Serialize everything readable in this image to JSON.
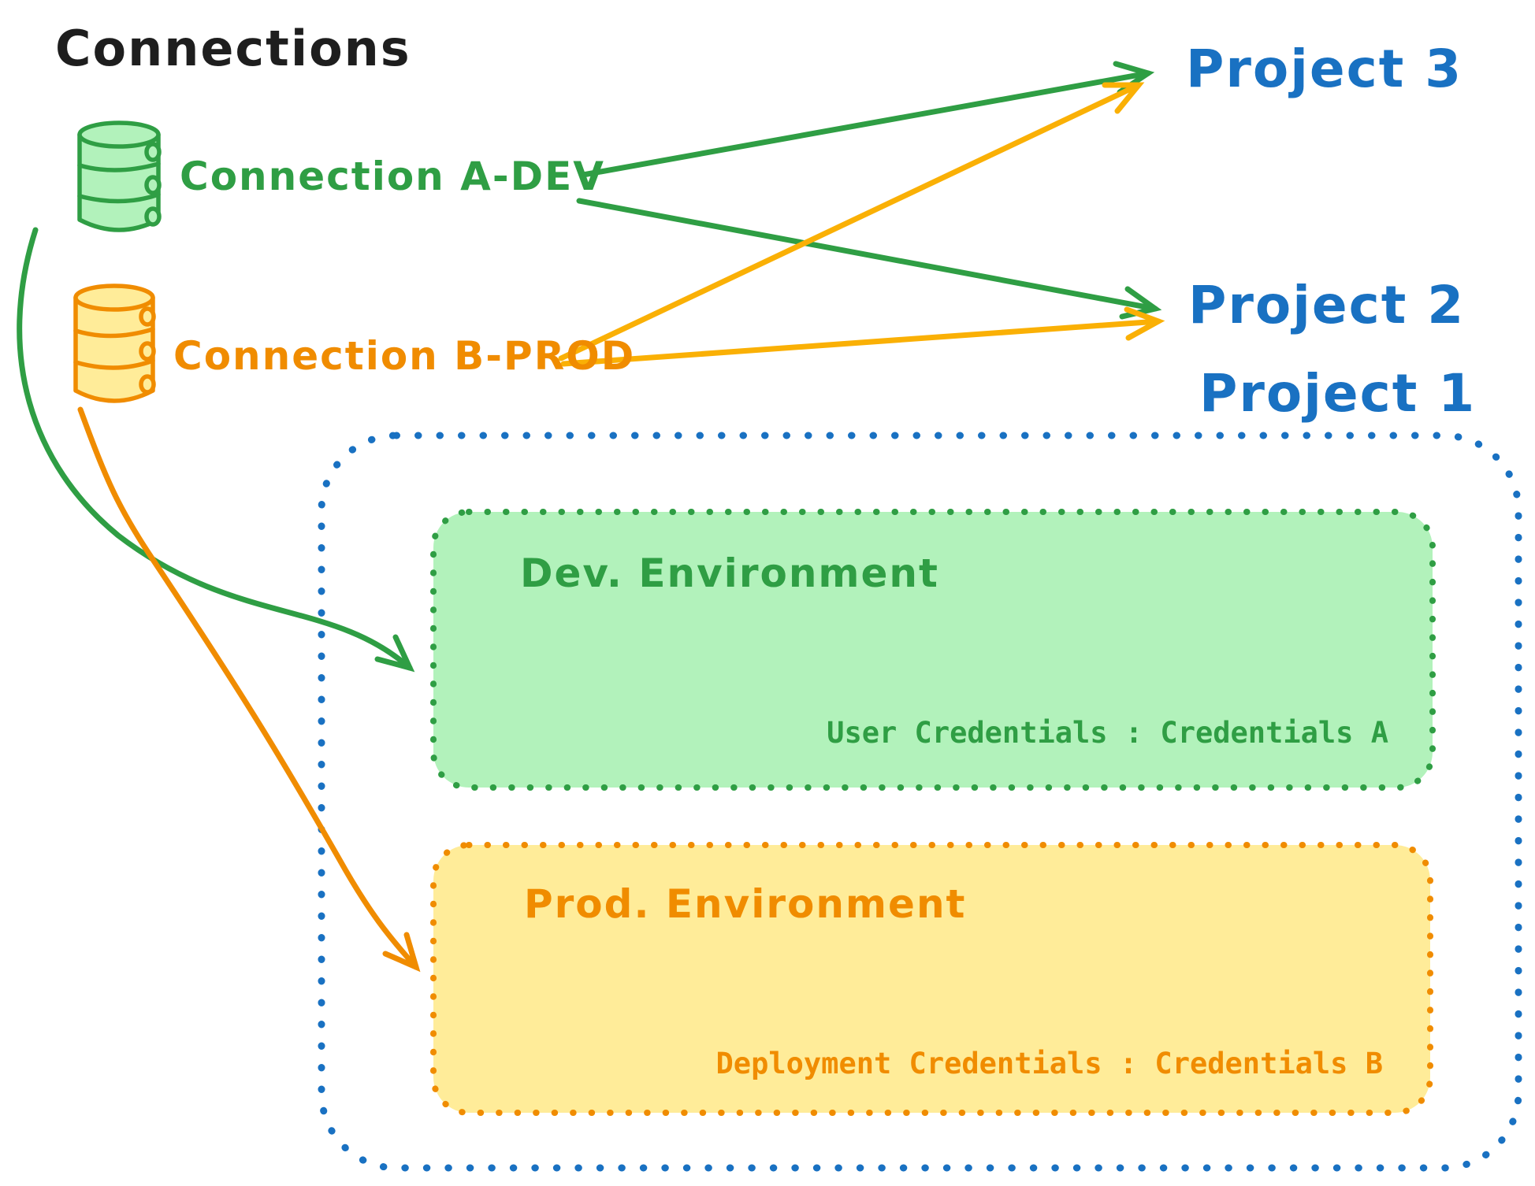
{
  "title": "Connections",
  "colors": {
    "black": "#1e1e1e",
    "green_stroke": "#2f9e44",
    "green_fill": "#b2f2bb",
    "orange_stroke": "#f08c00",
    "orange_fill": "#ffec99",
    "orange_arrow": "#fab005",
    "blue": "#1971c2",
    "background": "#ffffff"
  },
  "connections": {
    "a": {
      "label": "Connection A-DEV",
      "icon": "database-cylinder",
      "color": "#2f9e44"
    },
    "b": {
      "label": "Connection B-PROD",
      "icon": "database-cylinder",
      "color": "#f08c00"
    }
  },
  "projects": {
    "p3": {
      "label": "Project 3"
    },
    "p2": {
      "label": "Project 2"
    },
    "p1": {
      "label": "Project 1"
    }
  },
  "environments": {
    "dev": {
      "title": "Dev. Environment",
      "credentials": "User Credentials : Credentials A"
    },
    "prod": {
      "title": "Prod. Environment",
      "credentials": "Deployment Credentials : Credentials B"
    }
  },
  "edges": [
    {
      "from": "Connection A-DEV",
      "to": "Project 3",
      "style": "straight-arrow",
      "color": "#2f9e44"
    },
    {
      "from": "Connection A-DEV",
      "to": "Project 2",
      "style": "straight-arrow",
      "color": "#2f9e44"
    },
    {
      "from": "Connection B-PROD",
      "to": "Project 3",
      "style": "straight-arrow",
      "color": "#fab005"
    },
    {
      "from": "Connection B-PROD",
      "to": "Project 2",
      "style": "straight-arrow",
      "color": "#fab005"
    },
    {
      "from": "Connection A-DEV",
      "to": "Dev. Environment",
      "style": "curved-arrow",
      "color": "#2f9e44"
    },
    {
      "from": "Connection B-PROD",
      "to": "Prod. Environment",
      "style": "curved-arrow",
      "color": "#f08c00"
    }
  ]
}
